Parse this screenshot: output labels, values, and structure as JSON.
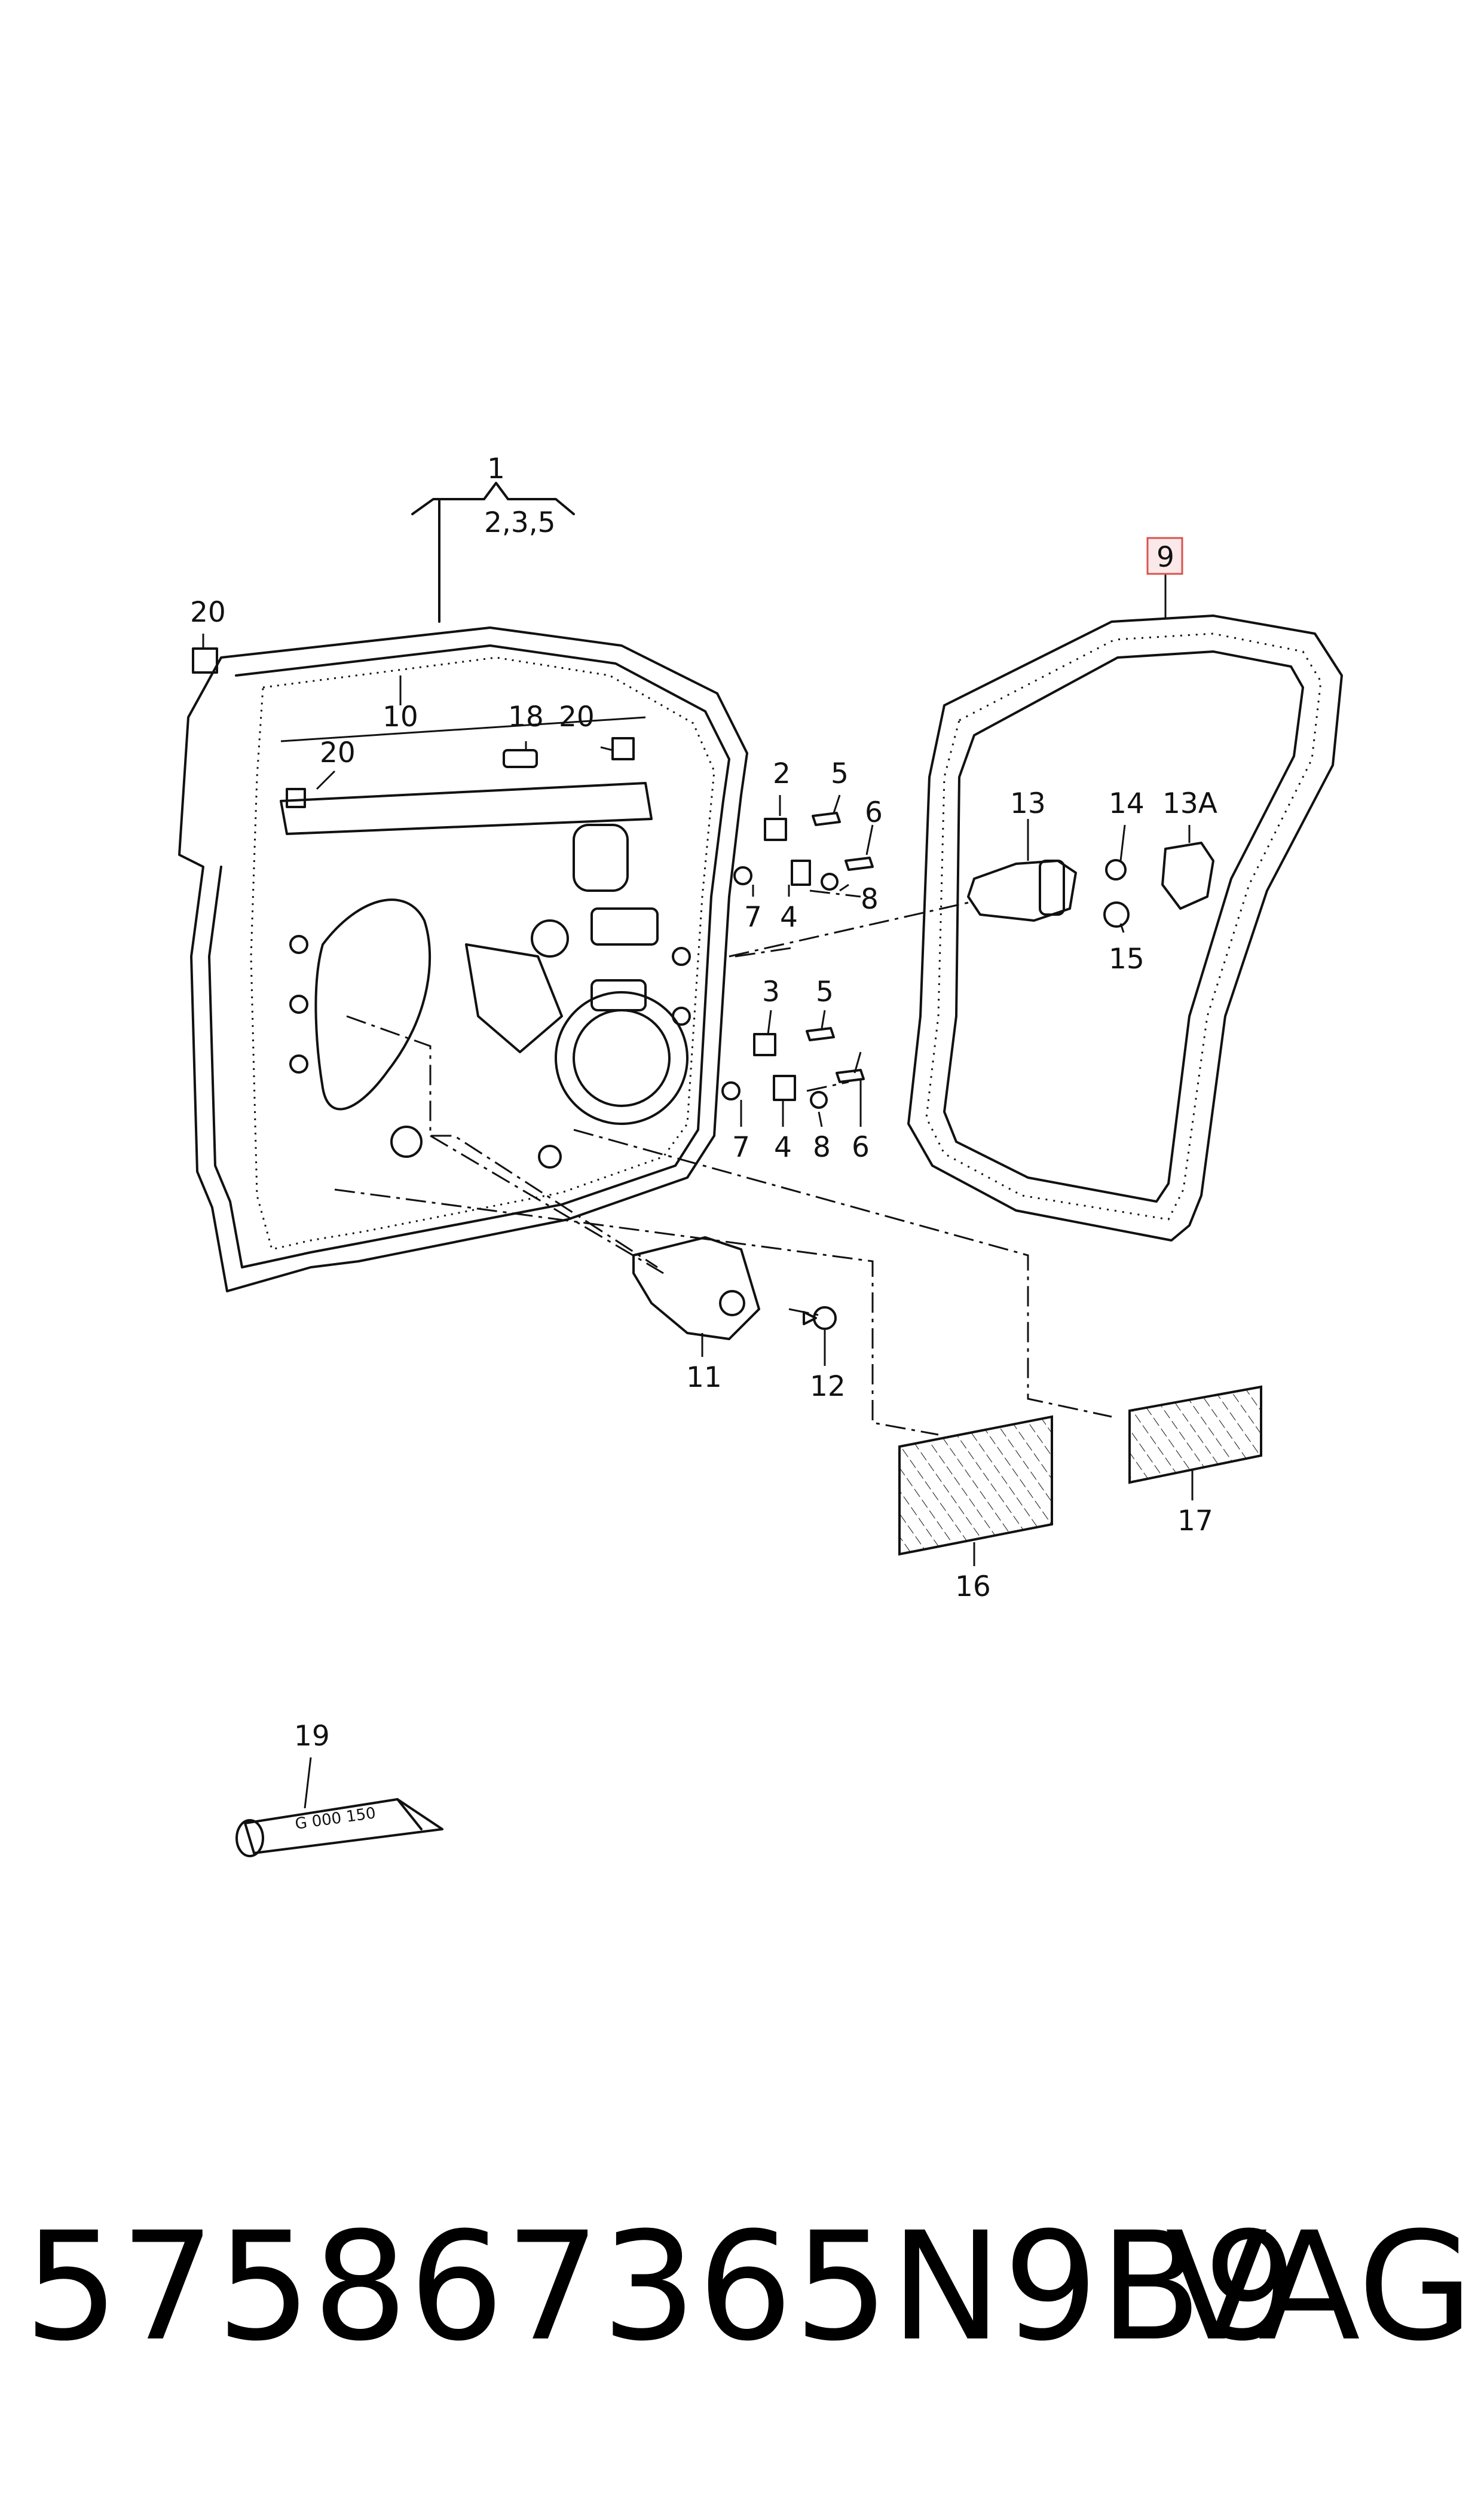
{
  "callouts": {
    "c1": "1",
    "c235": "2,3,5",
    "c9": "9",
    "c10": "10",
    "c18": "18",
    "c20a": "20",
    "c20b": "20",
    "c20c": "20",
    "c2": "2",
    "c5a": "5",
    "c6a": "6",
    "c7a": "7",
    "c4a": "4",
    "c8a": "8",
    "c13": "13",
    "c14": "14",
    "c13a": "13A",
    "c15": "15",
    "c3": "3",
    "c5b": "5",
    "c7b": "7",
    "c4b": "4",
    "c8b": "8",
    "c6b": "6",
    "c11": "11",
    "c12": "12",
    "c16": "16",
    "c17": "17",
    "c19": "19"
  },
  "tube_label": "G 000 150",
  "footer": {
    "part_number": "575867365N9B9",
    "brand": "VAG"
  },
  "highlight_color": "#d9534f"
}
